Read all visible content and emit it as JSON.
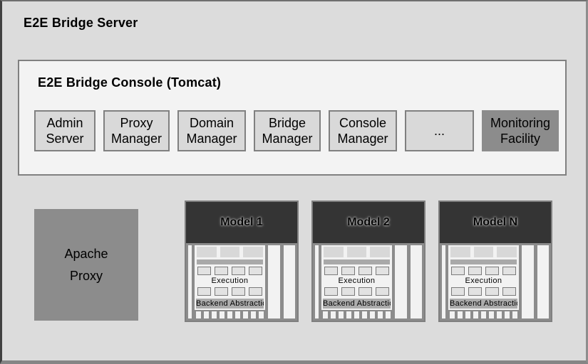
{
  "diagram": {
    "title": "E2E Bridge Server",
    "console": {
      "title": "E2E Bridge Console (Tomcat)",
      "buttons": [
        {
          "label": "Admin Server"
        },
        {
          "label": "Proxy Manager"
        },
        {
          "label": "Domain Manager"
        },
        {
          "label": "Bridge Manager"
        },
        {
          "label": "Console Manager"
        },
        {
          "label": "..."
        },
        {
          "label": "Monitoring Facility"
        }
      ]
    },
    "apache_proxy": {
      "label": "Apache\nProxy"
    },
    "models": [
      {
        "title": "Model 1",
        "execution_label": "Execution",
        "backend_label": "Backend Abstraction"
      },
      {
        "title": "Model 2",
        "execution_label": "Execution",
        "backend_label": "Backend Abstraction"
      },
      {
        "title": "Model N",
        "execution_label": "Execution",
        "backend_label": "Backend Abstraction"
      }
    ],
    "colors": {
      "background": "#DCDCDC",
      "console_background": "#F3F3F3",
      "button_background": "#D9D9D9",
      "border_gray": "#808080",
      "dark_gray_fill": "#8C8C8C",
      "model_header_background": "#343434",
      "panel_white": "#F2F2F2",
      "connector_bar": "#A9A9A9"
    }
  }
}
